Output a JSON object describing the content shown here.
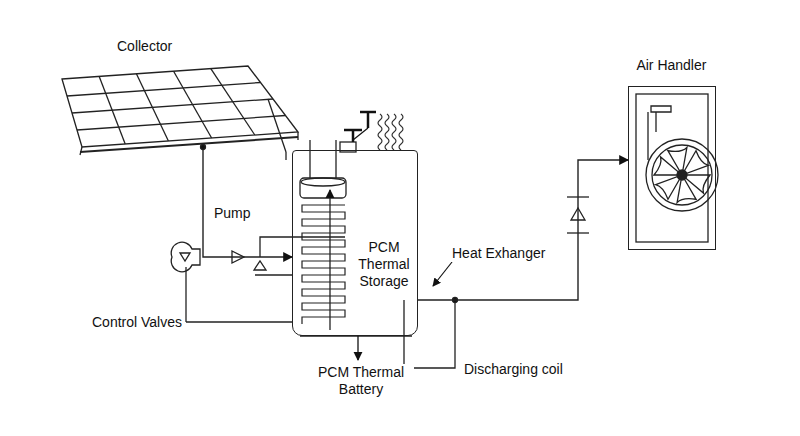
{
  "diagram": {
    "nodes": [
      {
        "text": [
          "Collector"
        ]
      },
      {
        "text": [
          "PCM Thermal Storage"
        ]
      },
      {
        "text": [
          "Air Handler"
        ]
      }
    ],
    "edges": [
      {
        "from": 0,
        "to": 1,
        "arrow": "to"
      },
      {
        "from": 1,
        "to": 2,
        "arrow": "to"
      }
    ],
    "labels": [
      "Pump",
      "Control Valves",
      "Heat Exhanger",
      "PCM Thermal Battery",
      "Discharging coil"
    ]
  }
}
